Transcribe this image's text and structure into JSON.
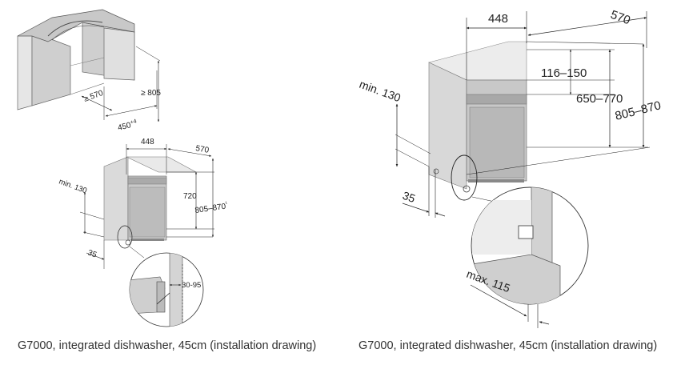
{
  "left_figure": {
    "cabinet": {
      "dim_depth": "≥ 570",
      "dim_height": "≥ 805",
      "dim_width": "450",
      "dim_width_sup": "+4"
    },
    "appliance": {
      "dim_width": "448",
      "dim_depth": "570",
      "dim_body_height": "720",
      "dim_total_height": "805–870",
      "dim_total_height_mark": "¹",
      "dim_min_clearance": "min. 130",
      "dim_plinth_depth": "35"
    },
    "detail": {
      "dim_door_gap": "30-95"
    },
    "caption": "G7000, integrated dishwasher, 45cm (installation drawing)"
  },
  "right_figure": {
    "dim_width": "448",
    "dim_depth": "570",
    "dim_top_gap": "116–150",
    "dim_front_height": "650–770",
    "dim_total_height": "805–870",
    "dim_min_clearance": "min. 130",
    "dim_plinth_depth": "35",
    "dim_max_depth": "max. 115",
    "caption": "G7000, integrated dishwasher, 45cm (installation drawing)"
  }
}
